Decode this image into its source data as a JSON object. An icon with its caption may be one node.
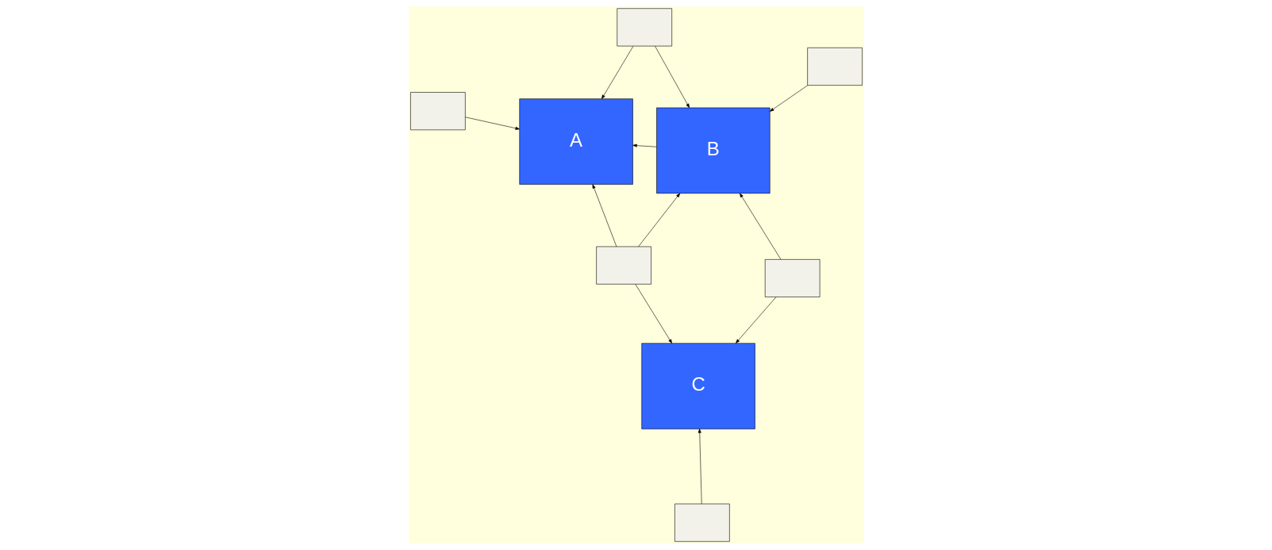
{
  "diagram": {
    "nodes": [
      {
        "text": [
          "A"
        ]
      },
      {
        "text": [
          "B"
        ]
      },
      {
        "text": [
          "C"
        ]
      },
      {
        "text": [],
        "shape": "box"
      },
      {
        "text": [],
        "shape": "box"
      },
      {
        "text": [],
        "shape": "box"
      },
      {
        "text": [],
        "shape": "box"
      },
      {
        "text": [],
        "shape": "box"
      },
      {
        "text": [],
        "shape": "box"
      }
    ],
    "edges": [
      {
        "from": 4,
        "to": 1,
        "arrow": "to"
      },
      {
        "from": 7,
        "to": 1,
        "arrow": "to"
      },
      {
        "from": 1,
        "to": 0,
        "arrow": "to"
      },
      {
        "from": 3,
        "to": 0,
        "arrow": "to"
      },
      {
        "from": 6,
        "to": 1,
        "arrow": "to"
      },
      {
        "from": 6,
        "to": 2,
        "arrow": "to"
      },
      {
        "from": 6,
        "to": 0,
        "arrow": "to"
      },
      {
        "from": 5,
        "to": 0,
        "arrow": "to"
      },
      {
        "from": 5,
        "to": 1,
        "arrow": "to"
      },
      {
        "from": 7,
        "to": 2,
        "arrow": "to"
      },
      {
        "from": 8,
        "to": 2,
        "arrow": "to"
      }
    ]
  }
}
